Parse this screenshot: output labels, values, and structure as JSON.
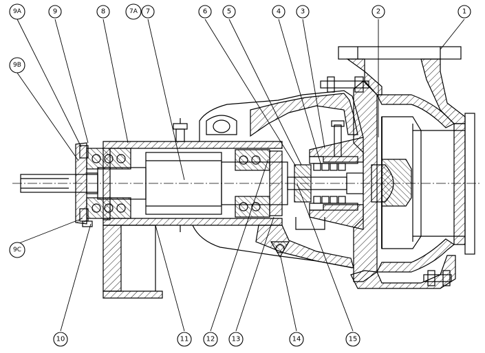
{
  "callouts": [
    {
      "id": "c1",
      "label": "1"
    },
    {
      "id": "c2",
      "label": "2"
    },
    {
      "id": "c3",
      "label": "3"
    },
    {
      "id": "c4",
      "label": "4"
    },
    {
      "id": "c5",
      "label": "5"
    },
    {
      "id": "c6",
      "label": "6"
    },
    {
      "id": "c7",
      "label": "7"
    },
    {
      "id": "c7a",
      "label": "7A"
    },
    {
      "id": "c8",
      "label": "8"
    },
    {
      "id": "c9",
      "label": "9"
    },
    {
      "id": "c9a",
      "label": "9A"
    },
    {
      "id": "c9b",
      "label": "9B"
    },
    {
      "id": "c9c",
      "label": "9C"
    },
    {
      "id": "c10",
      "label": "10"
    },
    {
      "id": "c11",
      "label": "11"
    },
    {
      "id": "c12",
      "label": "12"
    },
    {
      "id": "c13",
      "label": "13"
    },
    {
      "id": "c14",
      "label": "14"
    },
    {
      "id": "c15",
      "label": "15"
    }
  ]
}
